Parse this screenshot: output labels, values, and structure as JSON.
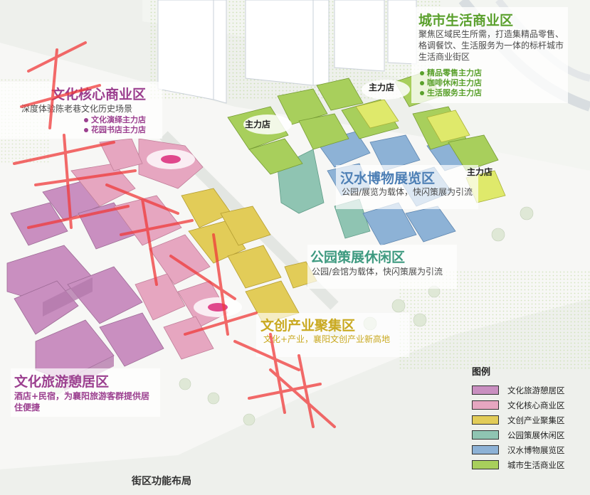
{
  "diagram": {
    "caption": "街区功能布局",
    "colors": {
      "tourism": "#c98fc0",
      "core": "#e6a6c0",
      "creative": "#e2cc58",
      "park": "#8fc4b2",
      "museum": "#8db2d6",
      "city": "#a8cf5c",
      "watermark": "#f03a3a"
    },
    "zones": {
      "city_life": {
        "title": "城市生活商业区",
        "desc": "聚焦区域民生所需，打造集精品零售、格调餐饮、生活服务为一体的标杆城市生活商业街区",
        "bullets": [
          "精品零售主力店",
          "咖啡休闲主力店",
          "生活服务主力店"
        ]
      },
      "culture_core": {
        "title": "文化核心商业区",
        "desc": "深度体验陈老巷文化历史场景",
        "bullets": [
          "文化演绎主力店",
          "花园书店主力店"
        ]
      },
      "museum": {
        "title": "汉水博物展览区",
        "desc": "公园/展览为载体，快闪策展为引流"
      },
      "park": {
        "title": "公园策展休闲区",
        "desc": "公园/会馆为载体，快闪策展为引流"
      },
      "creative": {
        "title": "文创产业聚集区",
        "desc": "文化+产业，襄阳文创产业新高地"
      },
      "tourism": {
        "title": "文化旅游憩居区",
        "desc": "酒店+民宿，为襄阳旅游客群提供居住便捷"
      }
    },
    "anchors": [
      "主力店",
      "主力店",
      "主力店"
    ],
    "legend": {
      "title": "图例",
      "items": [
        "文化旅游憩居区",
        "文化核心商业区",
        "文创产业聚集区",
        "公园策展休闲区",
        "汉水博物展览区",
        "城市生活商业区"
      ]
    }
  }
}
